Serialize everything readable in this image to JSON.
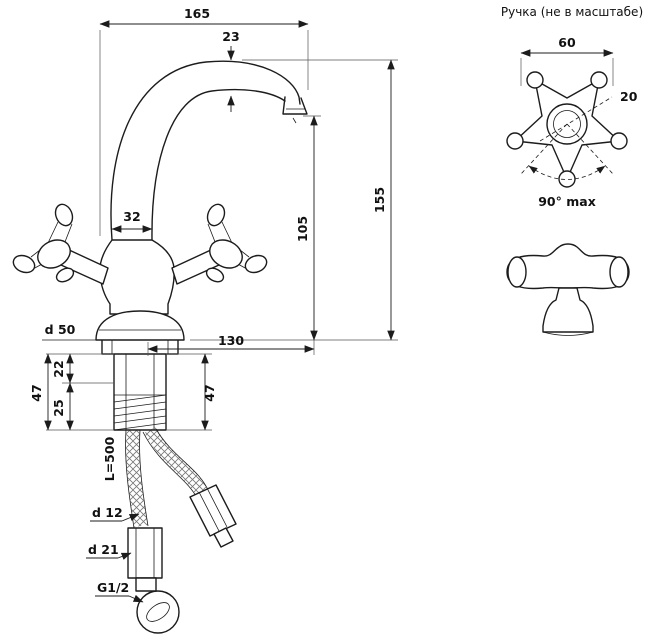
{
  "colors": {
    "ink": "#1c1c1c",
    "background": "#ffffff"
  },
  "main_view": {
    "dims": {
      "overall_length": "165",
      "spout_tube_top": "23",
      "overall_height": "155",
      "spout_outlet_height": "105",
      "neck_diameter": "32",
      "base_diameter": "d 50",
      "spout_reach": "130",
      "shank_upper": "22",
      "shank_lower": "25",
      "shank_total_left": "47",
      "shank_total_right": "47",
      "hose_length": "L=500",
      "hose_diameter": "d 12",
      "hose_nut": "d 21",
      "thread": "G1/2"
    }
  },
  "handle_view": {
    "caption": "Ручка (не в масштабе)",
    "dims": {
      "handle_width": "60",
      "hub_diameter": "20",
      "max_turn": "90° max"
    }
  }
}
